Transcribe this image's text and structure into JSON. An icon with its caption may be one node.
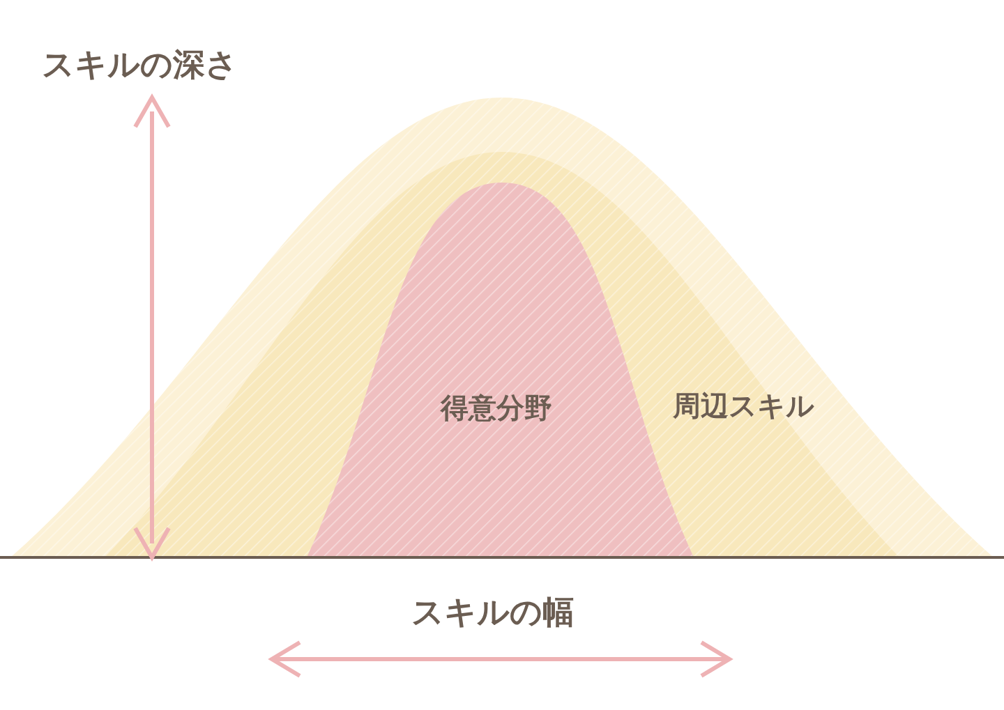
{
  "diagram": {
    "nodes": [
      {
        "text": [
          "周辺スキル"
        ]
      },
      {
        "text": [
          "得意分野"
        ],
        "in": 0
      }
    ],
    "labels": [
      "スキルの深さ",
      "スキルの幅"
    ]
  }
}
